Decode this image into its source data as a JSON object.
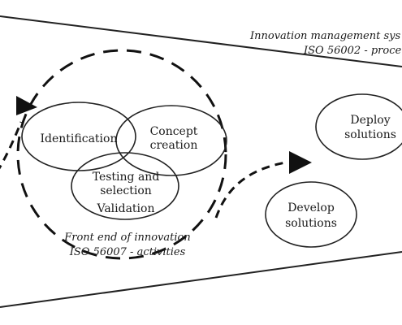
{
  "system": {
    "title_line1": "Innovation management sys",
    "title_line2": "ISO 56002 - proce"
  },
  "front_end": {
    "title_line1": "Front end of innovation",
    "title_line2": "ISO 56007 - activities"
  },
  "activities": {
    "identification": "Identification",
    "concept_line1": "Concept",
    "concept_line2": "creation",
    "testing_line1": "Testing and",
    "testing_line2": "selection",
    "testing_line3": "Validation"
  },
  "solutions": {
    "deploy_line1": "Deploy",
    "deploy_line2": "solutions",
    "develop_line1": "Develop",
    "develop_line2": "solutions"
  }
}
